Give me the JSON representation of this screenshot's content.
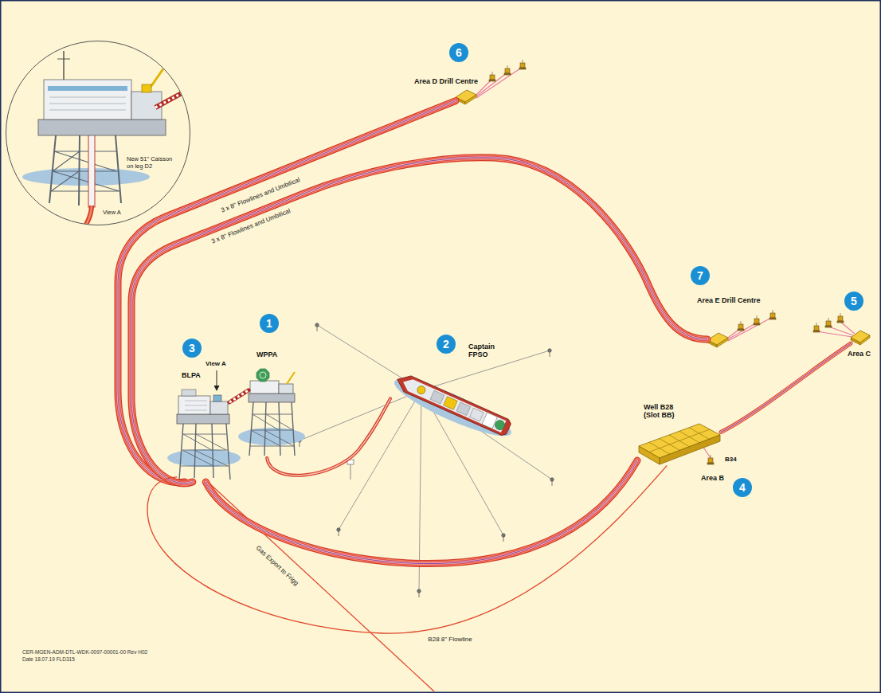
{
  "diagram": {
    "nodes": [
      {
        "text": [
          "New 51\" Caisson on leg D2",
          "View A"
        ]
      },
      {
        "text": [
          "Area D Drill Centre"
        ]
      },
      {
        "text": [
          "Area E Drill Centre"
        ]
      },
      {
        "text": [
          "WPPA"
        ]
      },
      {
        "text": [
          "Captain FPSO"
        ]
      },
      {
        "text": [
          "BLPA"
        ]
      },
      {
        "text": [
          "Area C"
        ]
      },
      {
        "text": [
          "Well B28 (Slot BB)",
          "Area B"
        ]
      }
    ],
    "edges": [
      {
        "from": 5,
        "to": 1,
        "arrow": "none",
        "label": "3 x 8\" Flowlines and Umbilical"
      },
      {
        "from": 5,
        "to": 2,
        "arrow": "none",
        "label": "3 x 8\" Flowlines and Umbilical"
      },
      {
        "from": 5,
        "to": 3,
        "arrow": "none"
      },
      {
        "from": 3,
        "to": 4,
        "arrow": "none"
      },
      {
        "from": 5,
        "to": 7,
        "arrow": "none"
      },
      {
        "from": 7,
        "to": 6,
        "arrow": "none"
      },
      {
        "from": 7,
        "to": 5,
        "arrow": "none",
        "label": "B28 8\" Flowline"
      }
    ],
    "labels": [
      "6",
      "7",
      "1",
      "2",
      "3",
      "View A",
      "5",
      "B34",
      "4",
      "Gas Export to Frigg",
      "CER-MGEN-ADM-DTL-WDK-0097-00001-00 Rev H02",
      "Date 18.07.19 FLD315"
    ]
  }
}
